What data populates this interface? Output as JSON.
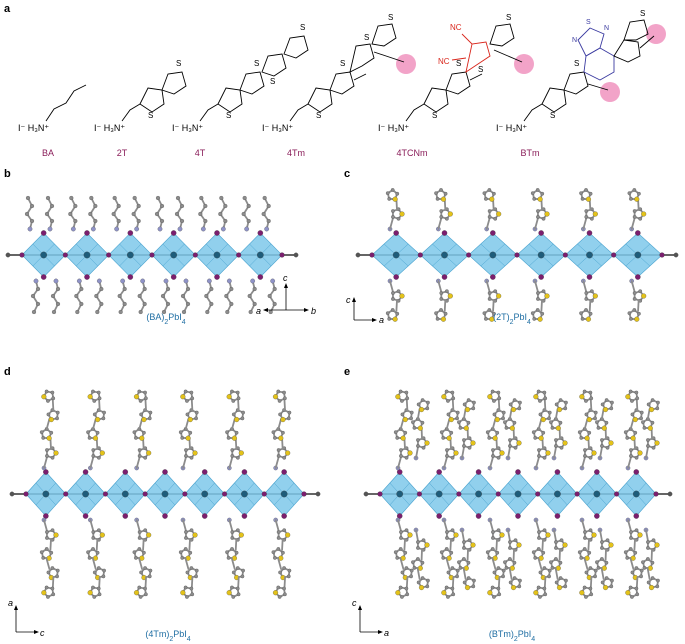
{
  "panels": [
    {
      "id": "a",
      "label": "a"
    },
    {
      "id": "b",
      "label": "b",
      "caption_pre": "(BA)",
      "caption_sub": "2",
      "caption_post": "PbI",
      "caption_sub2": "4",
      "axes": [
        "c",
        "a",
        "b"
      ]
    },
    {
      "id": "c",
      "label": "c",
      "caption_pre": "(2T)",
      "caption_sub": "2",
      "caption_post": "PbI",
      "caption_sub2": "4",
      "axes": [
        "c",
        "a"
      ]
    },
    {
      "id": "d",
      "label": "d",
      "caption_pre": "(4Tm)",
      "caption_sub": "2",
      "caption_post": "PbI",
      "caption_sub2": "4",
      "axes": [
        "a",
        "c"
      ]
    },
    {
      "id": "e",
      "label": "e",
      "caption_pre": "(BTm)",
      "caption_sub": "2",
      "caption_post": "PbI",
      "caption_sub2": "4",
      "axes": [
        "c",
        "a"
      ]
    }
  ],
  "molecules": [
    {
      "name": "BA",
      "salt": "I⁻ H₃N⁺"
    },
    {
      "name": "2T",
      "salt": "I⁻ H₃N⁺"
    },
    {
      "name": "4T",
      "salt": "I⁻ H₃N⁺"
    },
    {
      "name": "4Tm",
      "salt": "I⁻ H₃N⁺"
    },
    {
      "name": "4TCNm",
      "salt": "I⁻ H₃N⁺"
    },
    {
      "name": "BTm",
      "salt": "I⁻ H₃N⁺"
    }
  ],
  "atoms": {
    "sulfur": "S",
    "nitrogen": "N",
    "cyano": "NC"
  },
  "colors": {
    "octahedra": "#7ec8ea",
    "lead": "#1e5c7a",
    "iodide": "#7b1e6e",
    "carbon": "#8c8c8c",
    "sulfur": "#e3c21a",
    "nitrogen": "#8f93c8",
    "name": "#8a1e5a",
    "caption": "#1f6ea3",
    "methyl_marker": "#f2a3c8",
    "cyano_group": "#d9261c",
    "benzothiadiazole": "#3a3aa0"
  }
}
